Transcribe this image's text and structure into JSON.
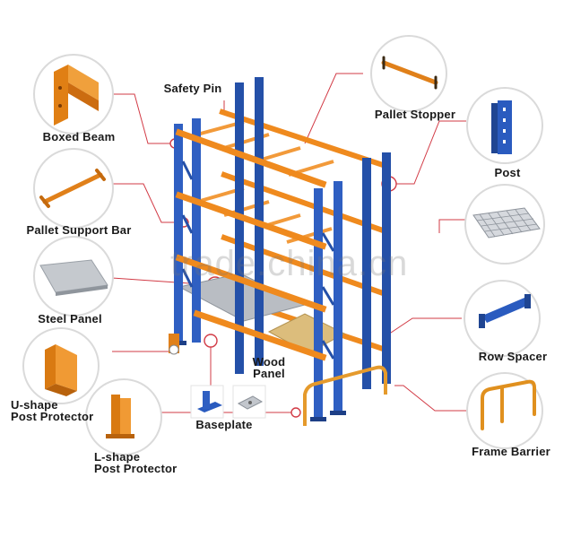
{
  "labels": {
    "safety_pin": "Safety Pin",
    "pallet_stopper": "Pallet Stopper",
    "boxed_beam": "Boxed Beam",
    "post": "Post",
    "pallet_support_bar": "Pallet Support Bar",
    "steel_panel": "Steel Panel",
    "row_spacer": "Row Spacer",
    "wood_panel_line1": "Wood",
    "wood_panel_line2": "Panel",
    "u_shape_line1": "U-shape",
    "u_shape_line2": "Post Protector",
    "baseplate": "Baseplate",
    "l_shape_line1": "L-shape",
    "l_shape_line2": "Post Protector",
    "frame_barrier": "Frame Barrier"
  },
  "watermark": "trade.china.cn",
  "colors": {
    "upright": "#2450a8",
    "beam": "#ef8a1e",
    "leader": "#d23b46",
    "steel": "#b8bcc2",
    "wood": "#d9b97a",
    "circle_border": "#d8d8d8"
  }
}
